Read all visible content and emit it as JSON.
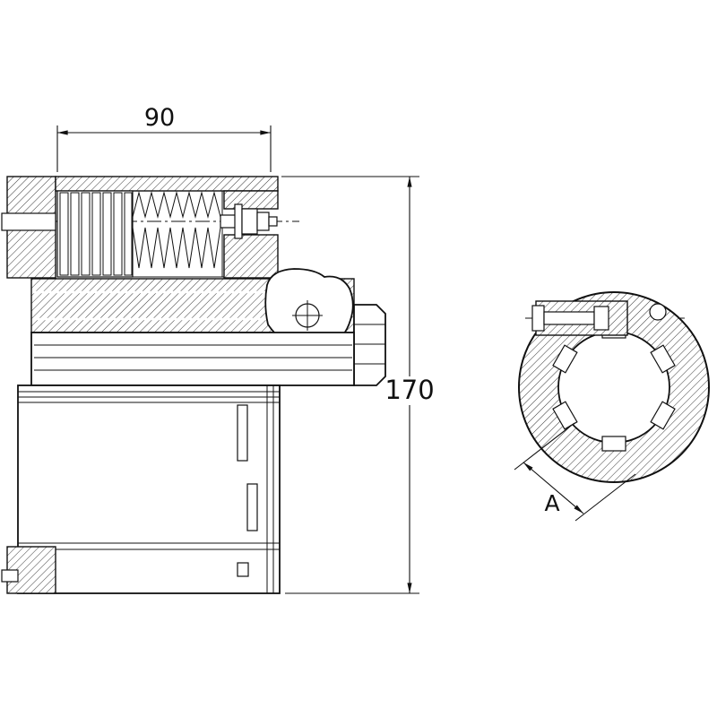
{
  "drawing": {
    "type": "technical-drawing",
    "background": "#ffffff",
    "line_color": "#111111",
    "dimensions": {
      "width": {
        "label": "90"
      },
      "height": {
        "label": "170"
      },
      "bore": {
        "label": "A"
      }
    }
  }
}
